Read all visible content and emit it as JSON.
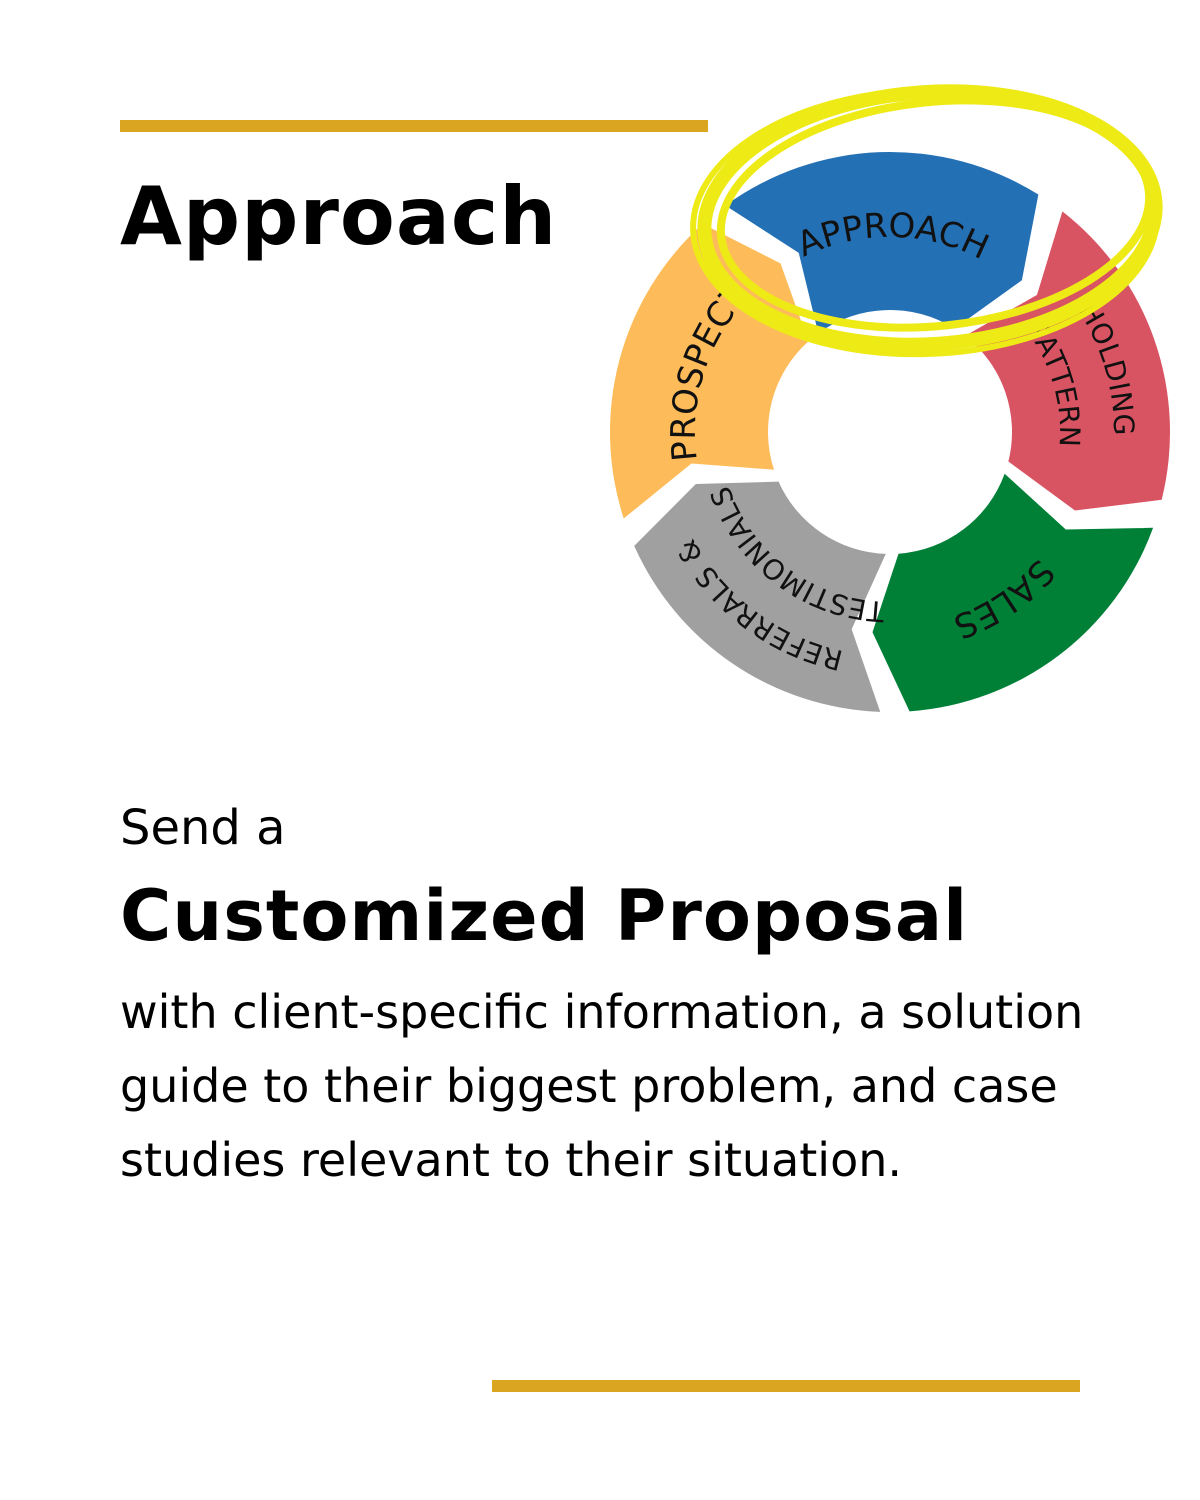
{
  "title": "Approach",
  "cycle": {
    "segments": [
      {
        "label": "APPROACH",
        "color": "#2470B5",
        "highlighted": true
      },
      {
        "label": "HOLDING",
        "label2": "PATTERN",
        "color": "#D95462"
      },
      {
        "label": "SALES",
        "color": "#007F37"
      },
      {
        "label": "REFERRALS &",
        "label2": "TESTIMONIALS",
        "color": "#A0A0A0"
      },
      {
        "label": "PROSPECT",
        "color": "#FDBC59"
      }
    ],
    "highlight_color": "#EEEA16"
  },
  "intro": "Send a",
  "headline": "Customized Proposal",
  "body": "with client-specific information, a solution guide to their biggest problem, and case studies relevant to their situation.",
  "accent_color": "#DAA520"
}
